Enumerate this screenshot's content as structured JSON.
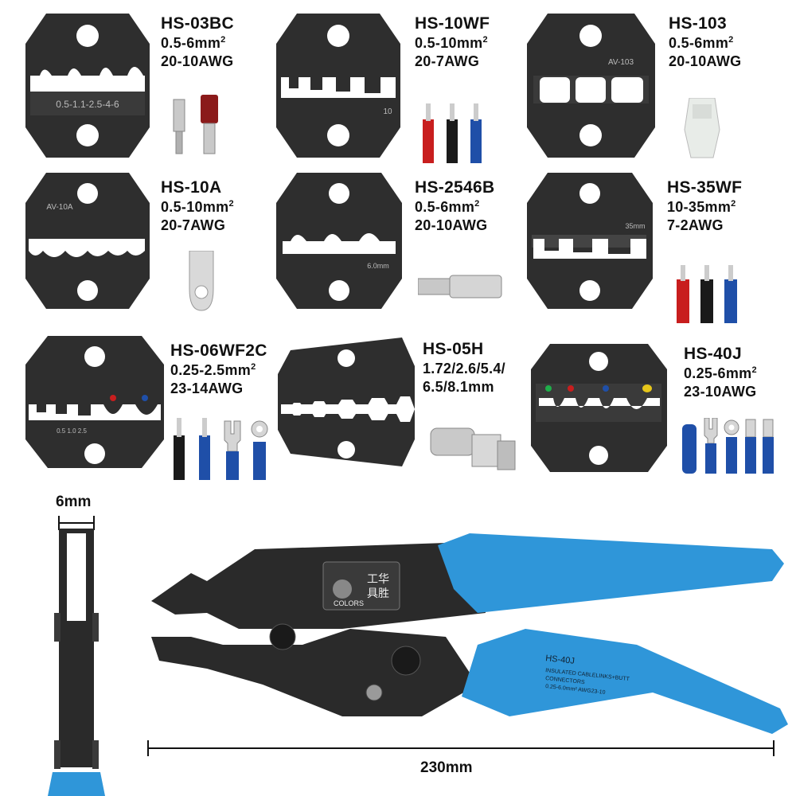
{
  "dies": [
    {
      "model": "HS-03BC",
      "range_mm2": "0.5-6mm",
      "awg": "20-10AWG",
      "die_text": "0.5-1.1-2.5-4-6"
    },
    {
      "model": "HS-10WF",
      "range_mm2": "0.5-10mm",
      "awg": "20-7AWG",
      "die_text": "10"
    },
    {
      "model": "HS-103",
      "range_mm2": "0.5-6mm",
      "awg": "20-10AWG",
      "die_text": "AV-103"
    },
    {
      "model": "HS-10A",
      "range_mm2": "0.5-10mm",
      "awg": "20-7AWG",
      "die_text": "AV-10A"
    },
    {
      "model": "HS-2546B",
      "range_mm2": "0.5-6mm",
      "awg": "20-10AWG",
      "die_text": "6.0mm"
    },
    {
      "model": "HS-35WF",
      "range_mm2": "10-35mm",
      "awg": "7-2AWG",
      "die_text": "35mm"
    },
    {
      "model": "HS-06WF2C",
      "range_mm2": "0.25-2.5mm",
      "awg": "23-14AWG",
      "die_text": "0.5 1.0 2.5"
    },
    {
      "model": "HS-05H",
      "range_mm2": "1.72/2.6/5.4/",
      "awg": "6.5/8.1mm",
      "die_text": ""
    },
    {
      "model": "HS-40J",
      "range_mm2": "0.25-6mm",
      "awg": "23-10AWG",
      "die_text": ""
    }
  ],
  "superscript": "2",
  "tool": {
    "brand_cn_top": "工华",
    "brand_cn_bottom": "具胜",
    "brand_en": "COLORS",
    "handle_model": "HS-40J",
    "handle_line1": "INSULATED CABLELINKS+BUTT",
    "handle_line2": "CONNECTORS",
    "handle_line3": "0.25-6.0mm²  AWG23-10",
    "width_label": "6mm",
    "length_label": "230mm"
  },
  "colors": {
    "handle": "#2f96d9",
    "die": "#2b2b2b",
    "red": "#c81e1e",
    "blue": "#1f4fa8",
    "black": "#1a1a1a",
    "green": "#1fae4a",
    "yellow": "#e6c61a"
  }
}
